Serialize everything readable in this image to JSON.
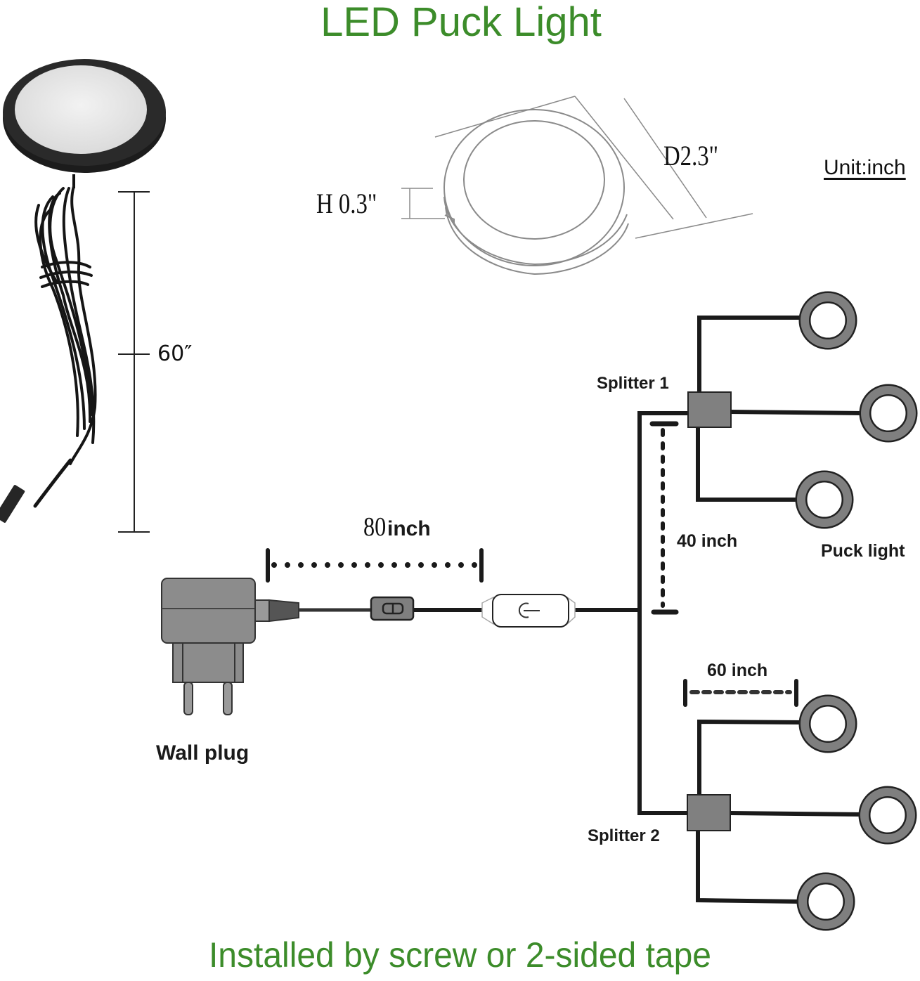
{
  "title": "LED Puck Light",
  "footer": "Installed by screw or 2-sided tape",
  "unit_label": "Unit:inch",
  "product_photo": {
    "cable_length_label": "60″"
  },
  "dimension_drawing": {
    "height_label": "H 0.3\"",
    "diameter_label": "D2.3\""
  },
  "wiring_diagram": {
    "extension_cable_label": "80 inch",
    "extension_num": "80",
    "extension_unit": "inch",
    "splitter_spacing_label": "40 inch",
    "branch_length_label": "60 inch",
    "splitter_1_label": "Splitter 1",
    "splitter_2_label": "Splitter 2",
    "wall_plug_label": "Wall plug",
    "puck_light_label": "Puck light",
    "puck_lights_per_splitter": 3,
    "splitters": 2
  },
  "colors": {
    "title_green": "#3c8c2a",
    "wire": "#1a1a1a",
    "component_gray": "#7f7f7f"
  }
}
